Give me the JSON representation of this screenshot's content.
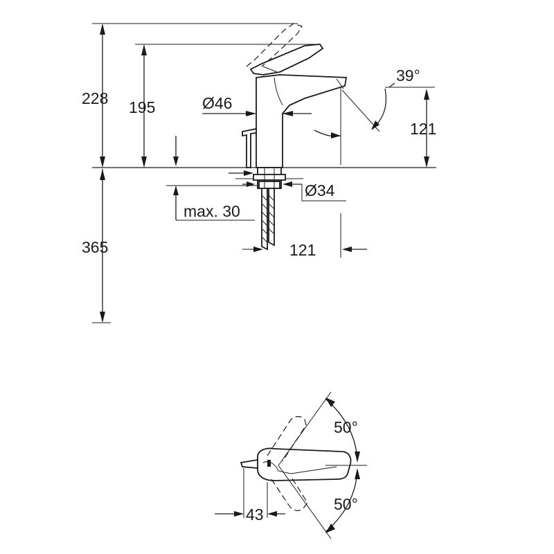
{
  "side_view": {
    "total_height": "228",
    "spout_height": "195",
    "body_diameter": "Ø46",
    "spout_angle": "39°",
    "outlet_height": "121",
    "hose_diameter": "Ø34",
    "max_thickness": "max. 30",
    "below_deck": "365",
    "projection": "121"
  },
  "top_view": {
    "swing_upper": "50°",
    "swing_lower": "50°",
    "lever_offset": "43"
  }
}
